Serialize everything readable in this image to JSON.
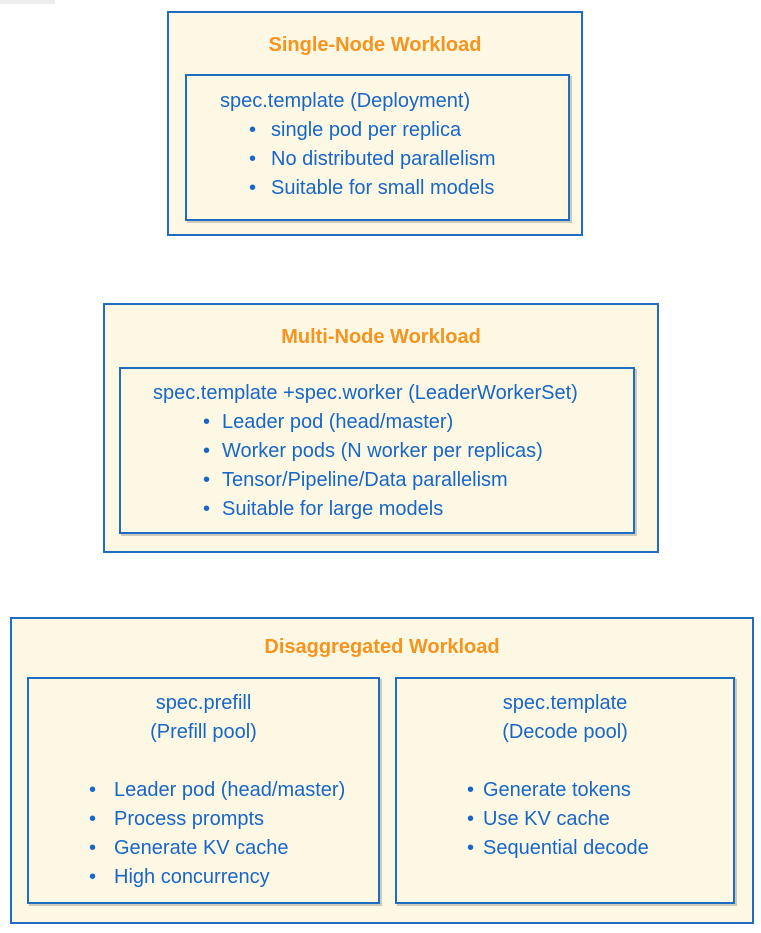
{
  "palette": {
    "page_background": "#ffffff",
    "panel_background": "#fdf8e3",
    "border_blue": "#1e6dc2",
    "text_blue": "#1766c8",
    "title_orange": "#f6941e"
  },
  "boxes": {
    "single": {
      "title": "Single-Node Workload",
      "heading": "spec.template (Deployment)",
      "bullets": [
        "single pod per replica",
        "No distributed parallelism",
        "Suitable for small models"
      ]
    },
    "multi": {
      "title": "Multi-Node Workload",
      "heading": "spec.template +spec.worker (LeaderWorkerSet)",
      "bullets": [
        "Leader pod (head/master)",
        "Worker pods (N worker per replicas)",
        "Tensor/Pipeline/Data parallelism",
        "Suitable for large models"
      ]
    },
    "disagg": {
      "title": "Disaggregated Workload",
      "prefill": {
        "heading_line1": "spec.prefill",
        "heading_line2": "(Prefill pool)",
        "bullets": [
          "Leader pod (head/master)",
          "Process prompts",
          "Generate KV cache",
          "High concurrency"
        ]
      },
      "decode": {
        "heading_line1": "spec.template",
        "heading_line2": "(Decode pool)",
        "bullets": [
          "Generate tokens",
          "Use KV cache",
          "Sequential decode"
        ]
      }
    }
  }
}
